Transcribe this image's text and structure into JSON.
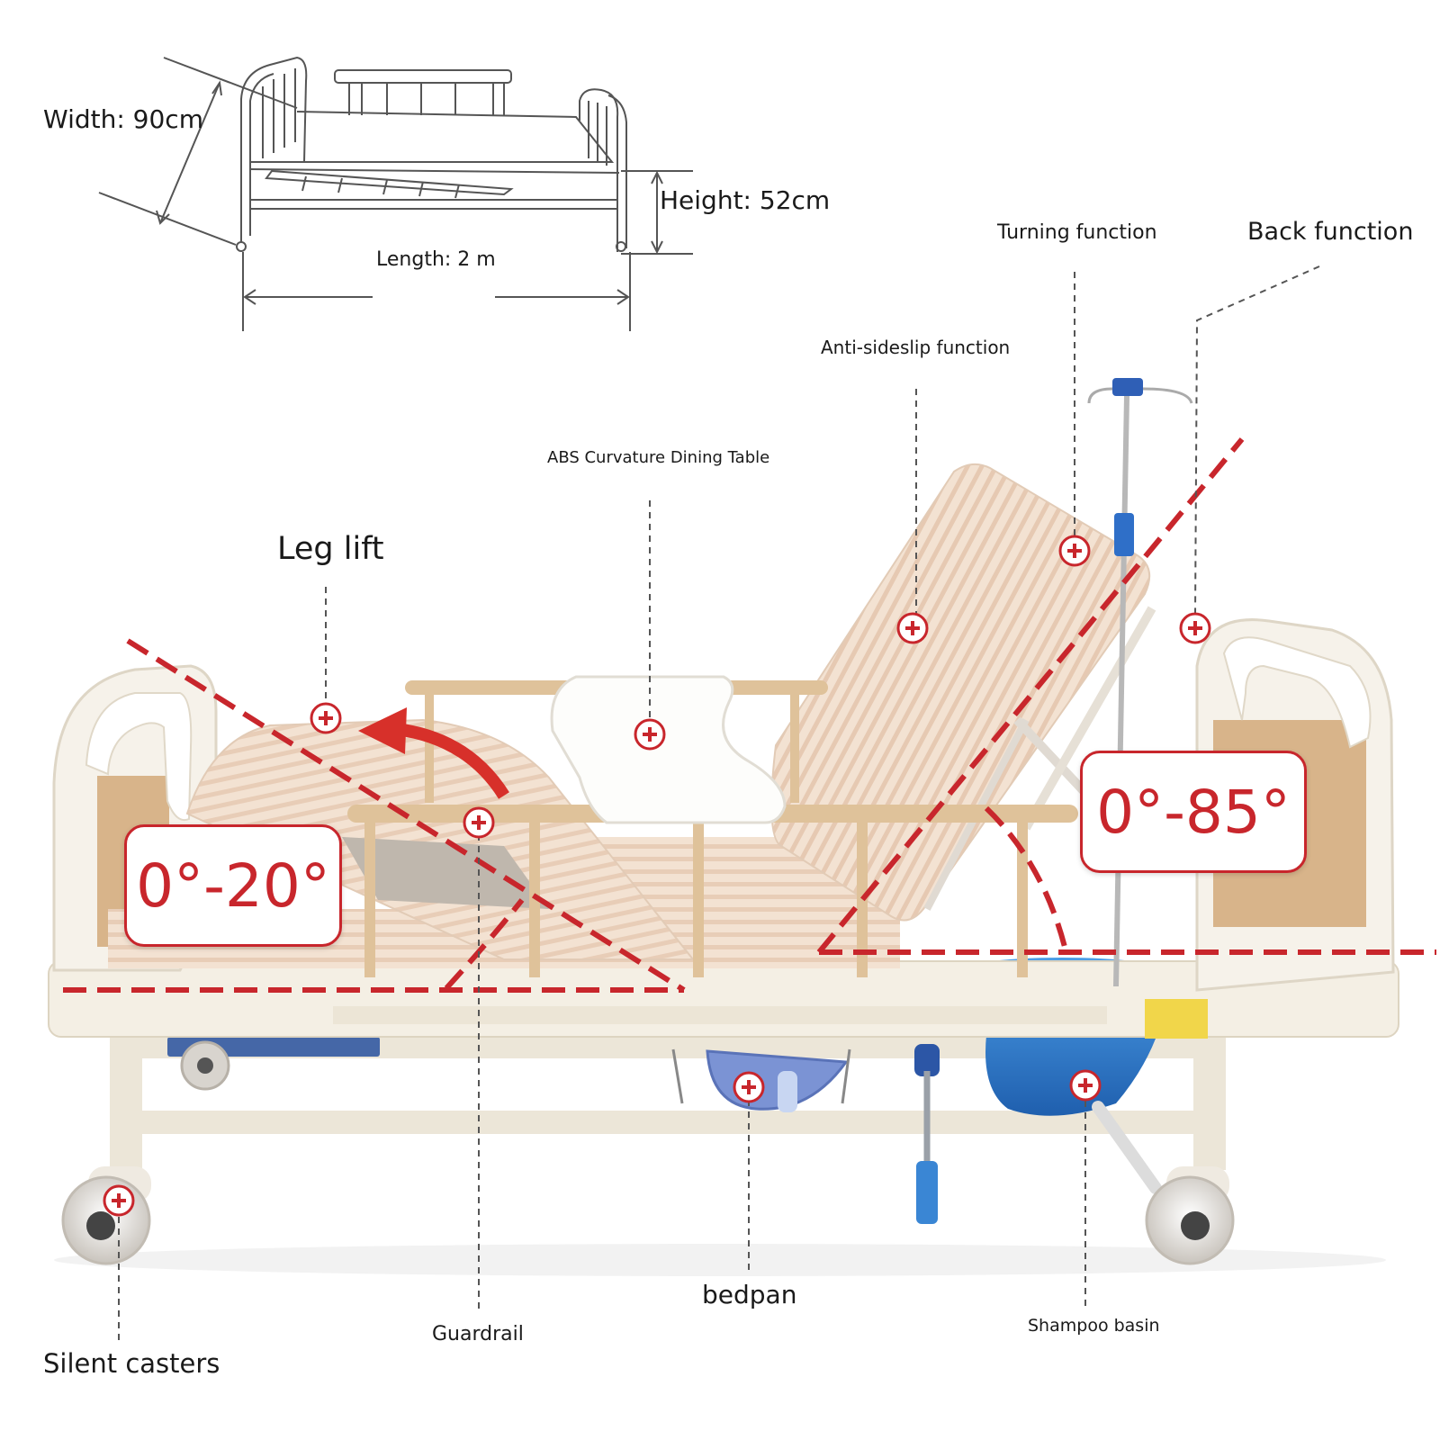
{
  "dimensions": {
    "width": "Width: 90cm",
    "height": "Height: 52cm",
    "length": "Length: 2 m"
  },
  "features": {
    "turning": "Turning function",
    "back": "Back function",
    "anti_sideslip": "Anti-sideslip function",
    "dining_table": "ABS Curvature Dining Table",
    "leg_lift": "Leg lift",
    "silent_casters": "Silent casters",
    "guardrail": "Guardrail",
    "bedpan": "bedpan",
    "shampoo_basin": "Shampoo basin"
  },
  "angles": {
    "leg_range": "0°-20°",
    "back_range": "0°-85°"
  },
  "colors": {
    "accent_red": "#c8262c",
    "mattress": "#f1dfcf",
    "frame": "#f4efe4",
    "rail_wood": "#dfc29a",
    "basin_blue": "#2f7fd0"
  }
}
